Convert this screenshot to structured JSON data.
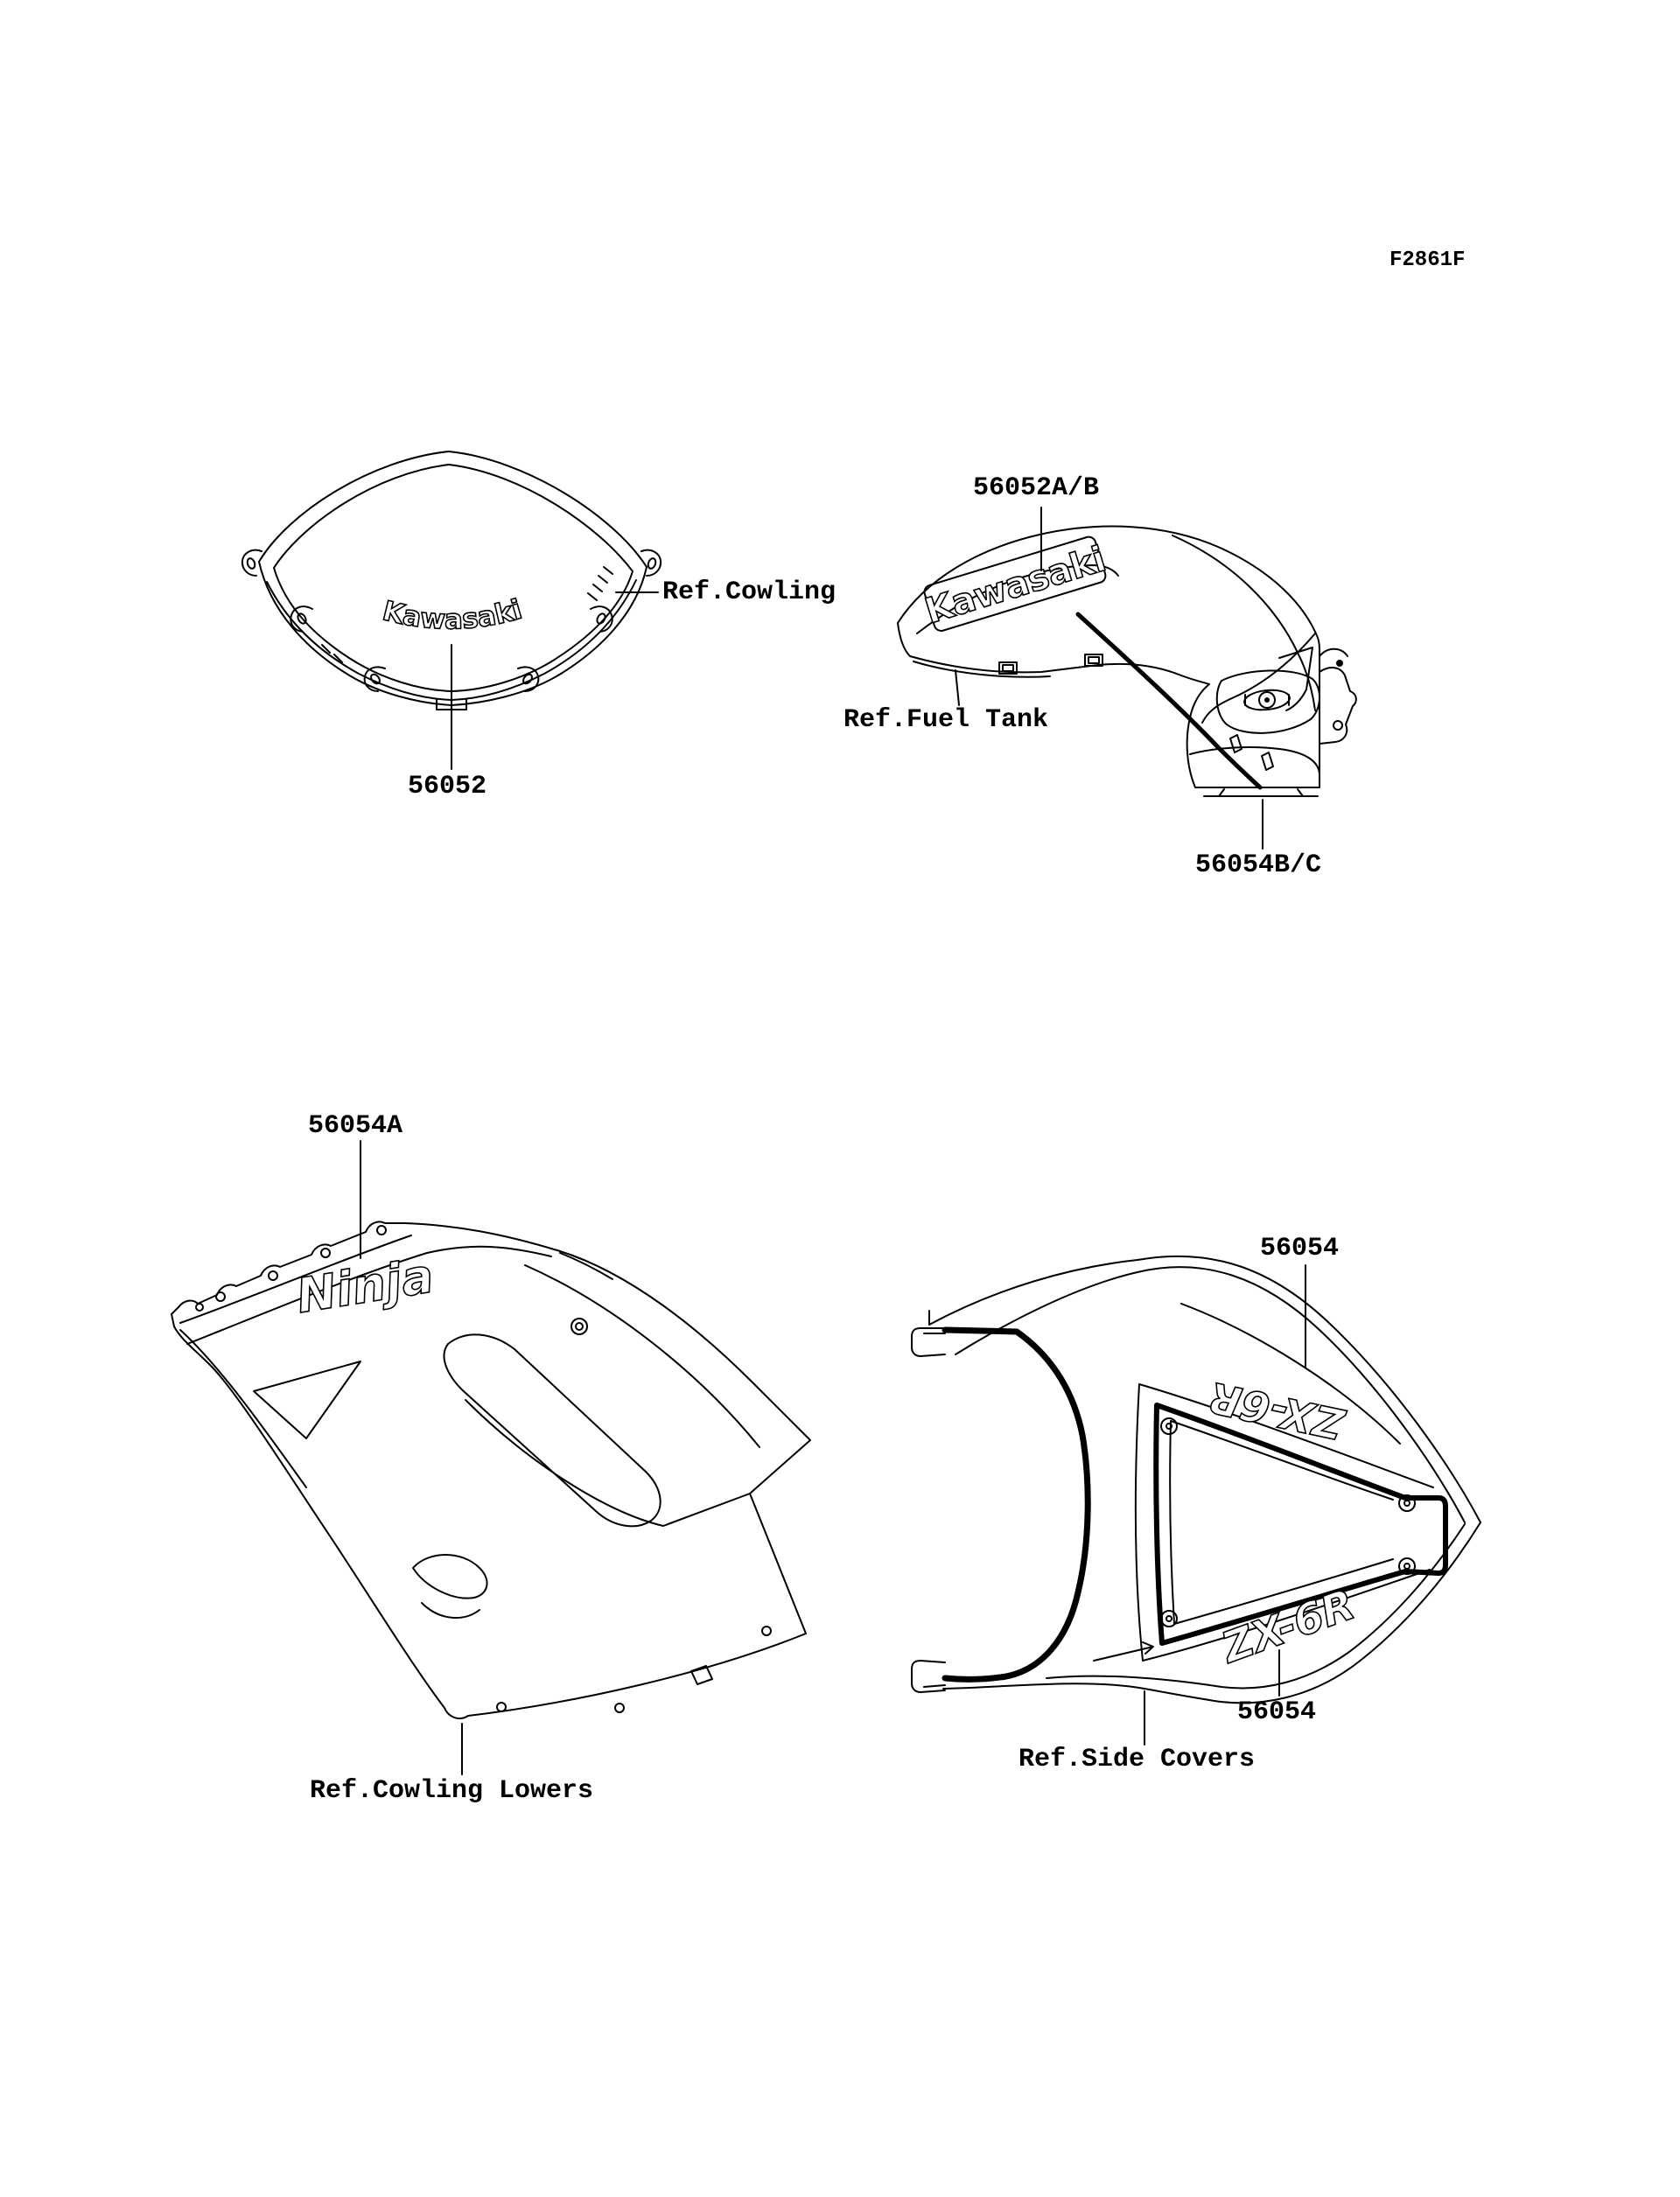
{
  "page": {
    "figure_code": "F2861F",
    "background_color": "#ffffff",
    "line_color": "#000000"
  },
  "labels": {
    "cowling_ref": "Ref.Cowling",
    "cowling_part": "56052",
    "fuel_tank_part": "56052A/B",
    "fuel_tank_ref": "Ref.Fuel Tank",
    "fuel_tank_lower_part": "56054B/C",
    "cowling_lowers_part": "56054A",
    "cowling_lowers_ref": "Ref.Cowling Lowers",
    "side_covers_part_upper": "56054",
    "side_covers_part_lower": "56054",
    "side_covers_ref": "Ref.Side Covers"
  },
  "decals": {
    "windscreen_logo": "Kawasaki",
    "fuel_tank_logo": "Kawasaki",
    "cowling_lowers_logo": "Ninja",
    "side_cover_upper_logo": "ZX-6R",
    "side_cover_lower_logo": "ZX-6R"
  }
}
